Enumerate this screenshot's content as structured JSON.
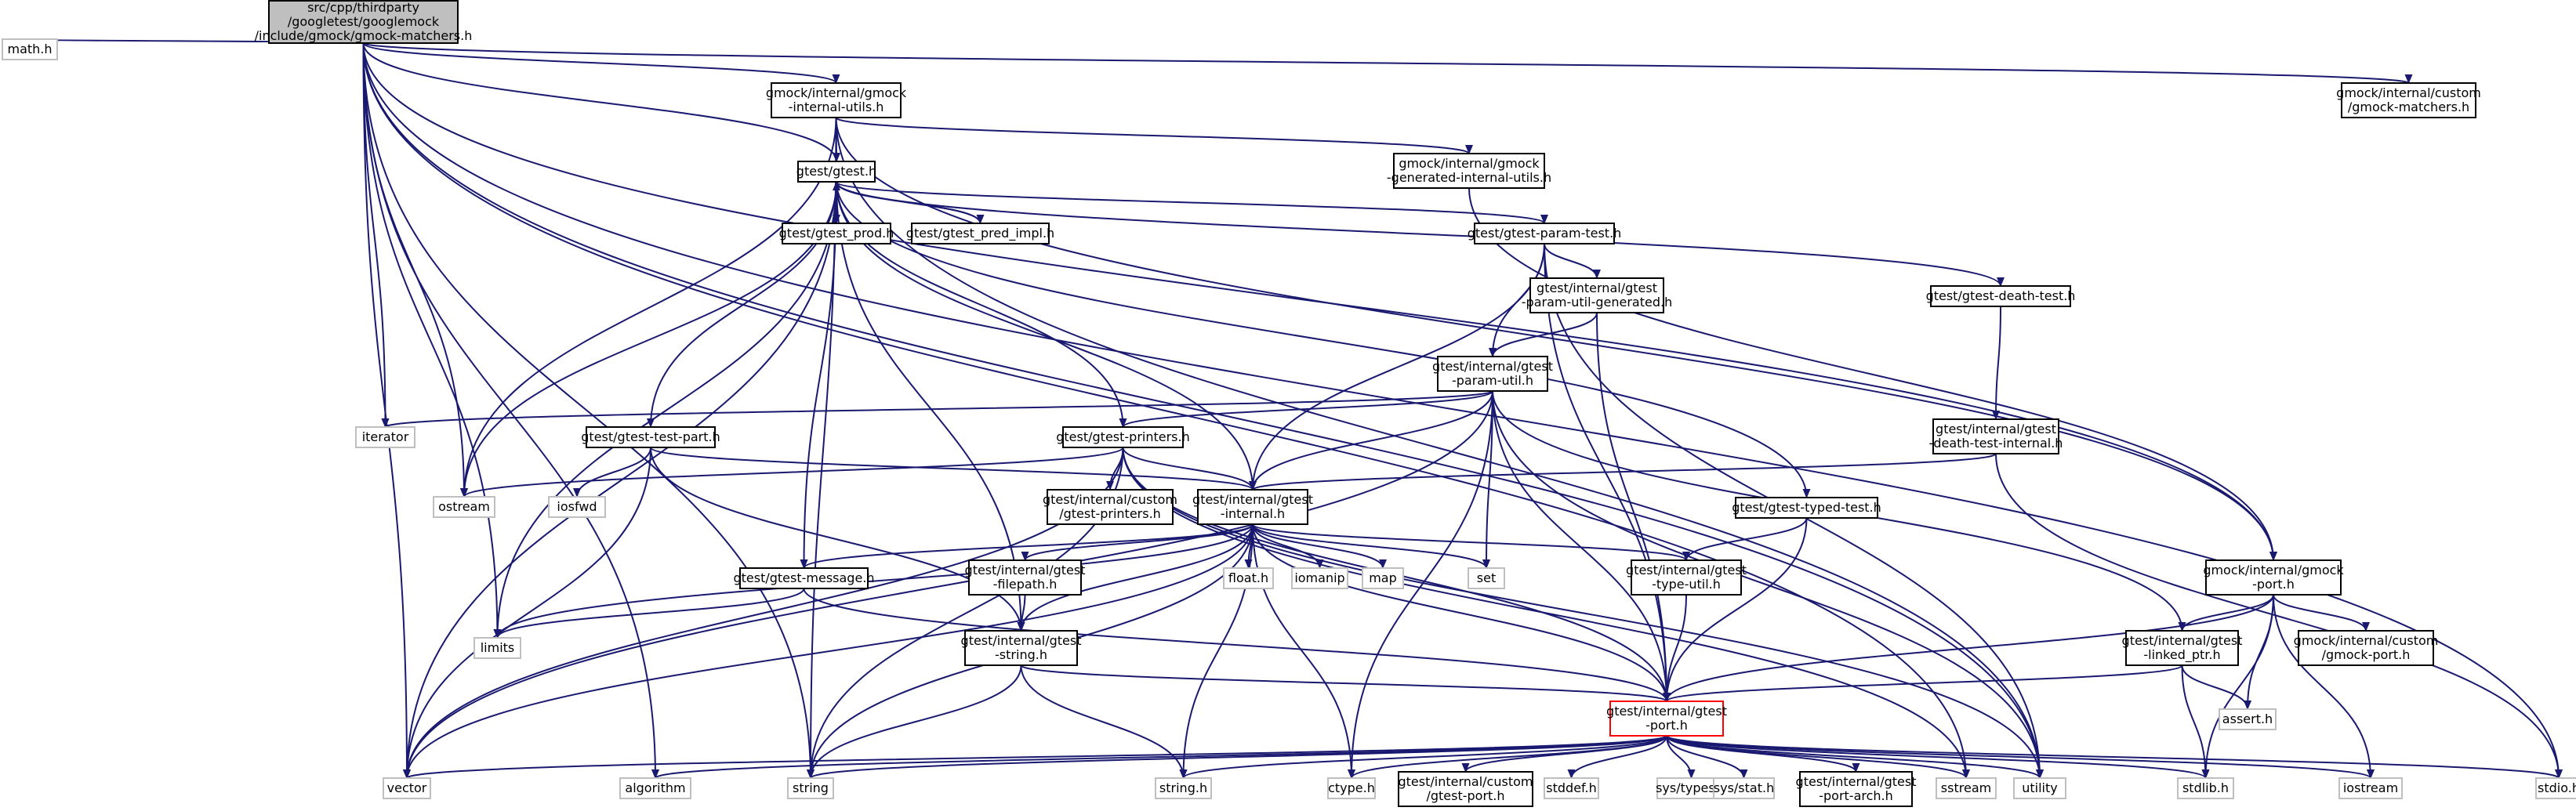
{
  "diagram": {
    "type": "include-dependency-graph",
    "colors": {
      "edge": "#191970",
      "root_fill": "#bfbfbf",
      "header_border": "#000000",
      "system_border": "#bfbfbf",
      "highlight_border": "#ff0000"
    },
    "nodes": [
      {
        "id": "root",
        "kind": "root",
        "lines": [
          "src/cpp/thirdparty",
          "/googletest/googlemock",
          "/include/gmock/gmock-matchers.h"
        ]
      },
      {
        "id": "math_h",
        "kind": "system",
        "lines": [
          "math.h"
        ]
      },
      {
        "id": "gmock_internal_utils",
        "kind": "header",
        "lines": [
          "gmock/internal/gmock",
          "-internal-utils.h"
        ]
      },
      {
        "id": "gmock_custom_matchers",
        "kind": "header",
        "lines": [
          "gmock/internal/custom",
          "/gmock-matchers.h"
        ]
      },
      {
        "id": "gtest_h",
        "kind": "header",
        "lines": [
          "gtest/gtest.h"
        ]
      },
      {
        "id": "gmock_generated_utils",
        "kind": "header",
        "lines": [
          "gmock/internal/gmock",
          "-generated-internal-utils.h"
        ]
      },
      {
        "id": "gtest_prod",
        "kind": "header",
        "lines": [
          "gtest/gtest_prod.h"
        ]
      },
      {
        "id": "gtest_pred_impl",
        "kind": "header",
        "lines": [
          "gtest/gtest_pred_impl.h"
        ]
      },
      {
        "id": "gtest_param_test",
        "kind": "header",
        "lines": [
          "gtest/gtest-param-test.h"
        ]
      },
      {
        "id": "gtest_death_test",
        "kind": "header",
        "lines": [
          "gtest/gtest-death-test.h"
        ]
      },
      {
        "id": "param_util_gen",
        "kind": "header",
        "lines": [
          "gtest/internal/gtest",
          "-param-util-generated.h"
        ]
      },
      {
        "id": "param_util",
        "kind": "header",
        "lines": [
          "gtest/internal/gtest",
          "-param-util.h"
        ]
      },
      {
        "id": "iterator",
        "kind": "system",
        "lines": [
          "iterator"
        ]
      },
      {
        "id": "gtest_test_part",
        "kind": "header",
        "lines": [
          "gtest/gtest-test-part.h"
        ]
      },
      {
        "id": "gtest_printers",
        "kind": "header",
        "lines": [
          "gtest/gtest-printers.h"
        ]
      },
      {
        "id": "death_test_internal",
        "kind": "header",
        "lines": [
          "gtest/internal/gtest",
          "-death-test-internal.h"
        ]
      },
      {
        "id": "ostream",
        "kind": "system",
        "lines": [
          "ostream"
        ]
      },
      {
        "id": "iosfwd",
        "kind": "system",
        "lines": [
          "iosfwd"
        ]
      },
      {
        "id": "custom_printers",
        "kind": "header",
        "lines": [
          "gtest/internal/custom",
          "/gtest-printers.h"
        ]
      },
      {
        "id": "gtest_internal",
        "kind": "header",
        "lines": [
          "gtest/internal/gtest",
          "-internal.h"
        ]
      },
      {
        "id": "gtest_typed_test",
        "kind": "header",
        "lines": [
          "gtest/gtest-typed-test.h"
        ]
      },
      {
        "id": "gtest_message",
        "kind": "header",
        "lines": [
          "gtest/gtest-message.h"
        ]
      },
      {
        "id": "gtest_filepath",
        "kind": "header",
        "lines": [
          "gtest/internal/gtest",
          "-filepath.h"
        ]
      },
      {
        "id": "float_h",
        "kind": "system",
        "lines": [
          "float.h"
        ]
      },
      {
        "id": "iomanip",
        "kind": "system",
        "lines": [
          "iomanip"
        ]
      },
      {
        "id": "map",
        "kind": "system",
        "lines": [
          "map"
        ]
      },
      {
        "id": "set",
        "kind": "system",
        "lines": [
          "set"
        ]
      },
      {
        "id": "type_util",
        "kind": "header",
        "lines": [
          "gtest/internal/gtest",
          "-type-util.h"
        ]
      },
      {
        "id": "gmock_port",
        "kind": "header",
        "lines": [
          "gmock/internal/gmock",
          "-port.h"
        ]
      },
      {
        "id": "limits",
        "kind": "system",
        "lines": [
          "limits"
        ]
      },
      {
        "id": "gtest_string",
        "kind": "header",
        "lines": [
          "gtest/internal/gtest",
          "-string.h"
        ]
      },
      {
        "id": "linked_ptr",
        "kind": "header",
        "lines": [
          "gtest/internal/gtest",
          "-linked_ptr.h"
        ]
      },
      {
        "id": "custom_gmock_port",
        "kind": "header",
        "lines": [
          "gmock/internal/custom",
          "/gmock-port.h"
        ]
      },
      {
        "id": "assert_h",
        "kind": "system",
        "lines": [
          "assert.h"
        ]
      },
      {
        "id": "gtest_port",
        "kind": "highlight",
        "lines": [
          "gtest/internal/gtest",
          "-port.h"
        ]
      },
      {
        "id": "vector",
        "kind": "system",
        "lines": [
          "vector"
        ]
      },
      {
        "id": "algorithm",
        "kind": "system",
        "lines": [
          "algorithm"
        ]
      },
      {
        "id": "string",
        "kind": "system",
        "lines": [
          "string"
        ]
      },
      {
        "id": "string_h",
        "kind": "system",
        "lines": [
          "string.h"
        ]
      },
      {
        "id": "ctype_h",
        "kind": "system",
        "lines": [
          "ctype.h"
        ]
      },
      {
        "id": "custom_port",
        "kind": "header",
        "lines": [
          "gtest/internal/custom",
          "/gtest-port.h"
        ]
      },
      {
        "id": "stddef_h",
        "kind": "system",
        "lines": [
          "stddef.h"
        ]
      },
      {
        "id": "sys_types",
        "kind": "system",
        "lines": [
          "sys/types.h"
        ]
      },
      {
        "id": "sys_stat",
        "kind": "system",
        "lines": [
          "sys/stat.h"
        ]
      },
      {
        "id": "port_arch",
        "kind": "header",
        "lines": [
          "gtest/internal/gtest",
          "-port-arch.h"
        ]
      },
      {
        "id": "sstream",
        "kind": "system",
        "lines": [
          "sstream"
        ]
      },
      {
        "id": "utility",
        "kind": "system",
        "lines": [
          "utility"
        ]
      },
      {
        "id": "stdlib_h",
        "kind": "system",
        "lines": [
          "stdlib.h"
        ]
      },
      {
        "id": "iostream",
        "kind": "system",
        "lines": [
          "iostream"
        ]
      },
      {
        "id": "stdio_h",
        "kind": "system",
        "lines": [
          "stdio.h"
        ]
      }
    ],
    "edges": [
      [
        "root",
        "math_h"
      ],
      [
        "root",
        "gmock_internal_utils"
      ],
      [
        "root",
        "gmock_custom_matchers"
      ],
      [
        "root",
        "gtest_h"
      ],
      [
        "root",
        "iterator"
      ],
      [
        "root",
        "ostream"
      ],
      [
        "root",
        "limits"
      ],
      [
        "root",
        "vector"
      ],
      [
        "root",
        "algorithm"
      ],
      [
        "root",
        "string"
      ],
      [
        "root",
        "sstream"
      ],
      [
        "root",
        "utility"
      ],
      [
        "root",
        "stdio_h"
      ],
      [
        "root",
        "gmock_port"
      ],
      [
        "gmock_internal_utils",
        "gtest_h"
      ],
      [
        "gmock_internal_utils",
        "gmock_generated_utils"
      ],
      [
        "gmock_internal_utils",
        "ostream"
      ],
      [
        "gmock_internal_utils",
        "string"
      ],
      [
        "gmock_internal_utils",
        "gmock_port"
      ],
      [
        "gmock_internal_utils",
        "utility"
      ],
      [
        "gmock_generated_utils",
        "gmock_port"
      ],
      [
        "gtest_h",
        "gtest_prod"
      ],
      [
        "gtest_h",
        "gtest_pred_impl"
      ],
      [
        "gtest_h",
        "gtest_param_test"
      ],
      [
        "gtest_h",
        "gtest_death_test"
      ],
      [
        "gtest_h",
        "gtest_test_part"
      ],
      [
        "gtest_h",
        "gtest_printers"
      ],
      [
        "gtest_h",
        "gtest_internal"
      ],
      [
        "gtest_h",
        "gtest_typed_test"
      ],
      [
        "gtest_h",
        "gtest_message"
      ],
      [
        "gtest_h",
        "gtest_string"
      ],
      [
        "gtest_h",
        "ostream"
      ],
      [
        "gtest_h",
        "limits"
      ],
      [
        "gtest_h",
        "vector"
      ],
      [
        "gtest_pred_impl",
        "gtest_h"
      ],
      [
        "gtest_param_test",
        "param_util_gen"
      ],
      [
        "gtest_param_test",
        "param_util"
      ],
      [
        "gtest_param_test",
        "gtest_internal"
      ],
      [
        "gtest_param_test",
        "gtest_port"
      ],
      [
        "gtest_param_test",
        "utility"
      ],
      [
        "gtest_death_test",
        "death_test_internal"
      ],
      [
        "param_util_gen",
        "param_util"
      ],
      [
        "param_util_gen",
        "gtest_port"
      ],
      [
        "param_util",
        "iterator"
      ],
      [
        "param_util",
        "gtest_printers"
      ],
      [
        "param_util",
        "gtest_internal"
      ],
      [
        "param_util",
        "linked_ptr"
      ],
      [
        "param_util",
        "gtest_port"
      ],
      [
        "param_util",
        "set"
      ],
      [
        "param_util",
        "vector"
      ],
      [
        "param_util",
        "ctype_h"
      ],
      [
        "param_util",
        "utility"
      ],
      [
        "gtest_test_part",
        "iosfwd"
      ],
      [
        "gtest_test_part",
        "vector"
      ],
      [
        "gtest_test_part",
        "gtest_internal"
      ],
      [
        "gtest_test_part",
        "gtest_string"
      ],
      [
        "gtest_printers",
        "ostream"
      ],
      [
        "gtest_printers",
        "custom_printers"
      ],
      [
        "gtest_printers",
        "gtest_internal"
      ],
      [
        "gtest_printers",
        "gtest_port"
      ],
      [
        "gtest_printers",
        "vector"
      ],
      [
        "gtest_printers",
        "string"
      ],
      [
        "gtest_printers",
        "sstream"
      ],
      [
        "gtest_printers",
        "utility"
      ],
      [
        "death_test_internal",
        "gtest_internal"
      ],
      [
        "death_test_internal",
        "stdio_h"
      ],
      [
        "gtest_internal",
        "gtest_message"
      ],
      [
        "gtest_internal",
        "gtest_filepath"
      ],
      [
        "gtest_internal",
        "gtest_string"
      ],
      [
        "gtest_internal",
        "type_util"
      ],
      [
        "gtest_internal",
        "gtest_port"
      ],
      [
        "gtest_internal",
        "float_h"
      ],
      [
        "gtest_internal",
        "iomanip"
      ],
      [
        "gtest_internal",
        "map"
      ],
      [
        "gtest_internal",
        "set"
      ],
      [
        "gtest_internal",
        "limits"
      ],
      [
        "gtest_internal",
        "vector"
      ],
      [
        "gtest_internal",
        "string"
      ],
      [
        "gtest_internal",
        "string_h"
      ],
      [
        "gtest_internal",
        "ctype_h"
      ],
      [
        "gtest_typed_test",
        "type_util"
      ],
      [
        "gtest_typed_test",
        "gtest_port"
      ],
      [
        "gtest_message",
        "limits"
      ],
      [
        "gtest_message",
        "gtest_port"
      ],
      [
        "gtest_filepath",
        "gtest_string"
      ],
      [
        "type_util",
        "gtest_port"
      ],
      [
        "gtest_string",
        "gtest_port"
      ],
      [
        "gtest_string",
        "string_h"
      ],
      [
        "gtest_string",
        "string"
      ],
      [
        "gmock_port",
        "gtest_port"
      ],
      [
        "gmock_port",
        "linked_ptr"
      ],
      [
        "gmock_port",
        "custom_gmock_port"
      ],
      [
        "gmock_port",
        "assert_h"
      ],
      [
        "gmock_port",
        "stdlib_h"
      ],
      [
        "gmock_port",
        "iostream"
      ],
      [
        "linked_ptr",
        "gtest_port"
      ],
      [
        "linked_ptr",
        "stdlib_h"
      ],
      [
        "linked_ptr",
        "assert_h"
      ],
      [
        "gtest_port",
        "vector"
      ],
      [
        "gtest_port",
        "algorithm"
      ],
      [
        "gtest_port",
        "string"
      ],
      [
        "gtest_port",
        "string_h"
      ],
      [
        "gtest_port",
        "ctype_h"
      ],
      [
        "gtest_port",
        "custom_port"
      ],
      [
        "gtest_port",
        "stddef_h"
      ],
      [
        "gtest_port",
        "sys_types"
      ],
      [
        "gtest_port",
        "sys_stat"
      ],
      [
        "gtest_port",
        "port_arch"
      ],
      [
        "gtest_port",
        "sstream"
      ],
      [
        "gtest_port",
        "utility"
      ],
      [
        "gtest_port",
        "stdlib_h"
      ],
      [
        "gtest_port",
        "iostream"
      ],
      [
        "gtest_port",
        "stdio_h"
      ]
    ]
  }
}
